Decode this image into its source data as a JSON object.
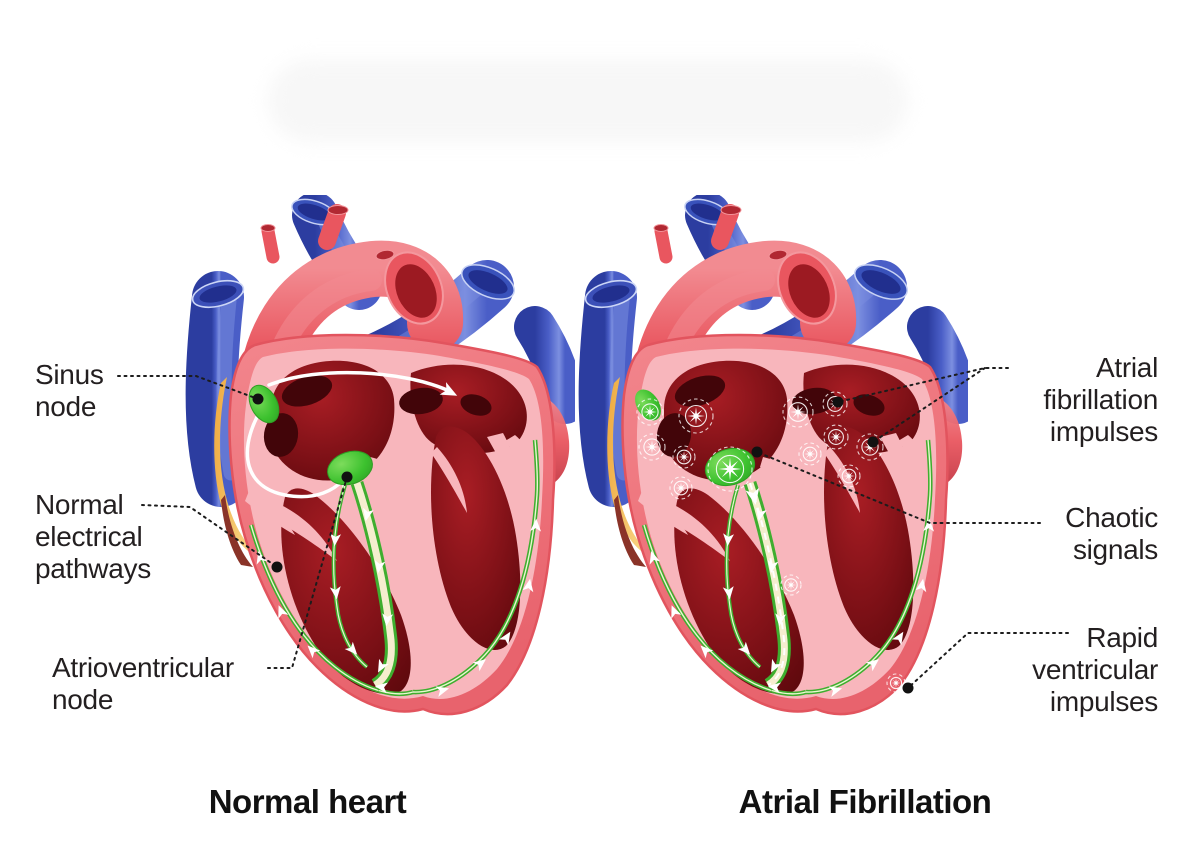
{
  "figure": {
    "type": "medical comparison diagram",
    "subject": "Heart electrical conduction: normal heart vs atrial fibrillation"
  },
  "normal_panel": {
    "caption": "Normal heart",
    "labels": {
      "sinus_node": "Sinus\nnode",
      "pathways": "Normal\nelectrical\npathways",
      "av_node": "Atrioventricular\nnode"
    }
  },
  "afib_panel": {
    "caption": "Atrial Fibrillation",
    "labels": {
      "impulses": "Atrial\nfibrillation\nimpulses",
      "chaotic": "Chaotic\nsignals",
      "rapid": "Rapid\nventricular\nimpulses"
    }
  },
  "colors": {
    "background": "#ffffff",
    "label_text": "#231f20",
    "leader_line": "#1c1c1c",
    "vein_blue": "#4a5ec7",
    "vein_blue_dark": "#2c3da0",
    "vein_blue_light": "#7c8fe0",
    "vein_opening": "#212f8e",
    "artery_red": "#e9565f",
    "artery_red_dark": "#c23642",
    "artery_red_light": "#f28b91",
    "artery_opening": "#9c1a22",
    "heart_wall_outer": "#ee737b",
    "heart_wall_rim": "#e2545e",
    "heart_wall_inner": "#f8b6bc",
    "chamber_red": "#a81d24",
    "chamber_dark": "#5c080c",
    "chamber_spot": "#420509",
    "fat_pad_gold": "#efa93f",
    "fat_pad_gold_light": "#f8d98a",
    "node_green": "#3cc12e",
    "node_green_dark": "#2f9e24",
    "pathway_green": "#3fae2f",
    "pathway_core": "#eaf7d0",
    "arrow_white": "#ffffff"
  }
}
